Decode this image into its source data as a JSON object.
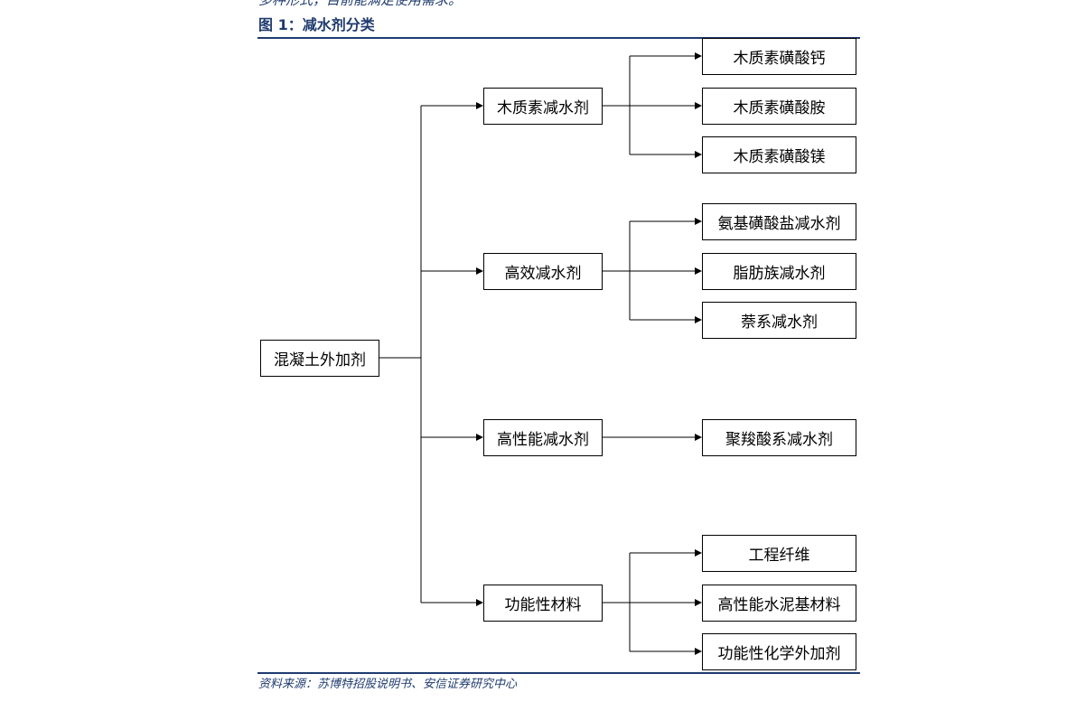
{
  "top_fragment": "多种形式，目前能满足使用需求。",
  "figure_title": "图 1：减水剂分类",
  "source": "资料来源：苏博特招股说明书、安信证券研究中心",
  "diagram": {
    "root": "混凝土外加剂",
    "categories": [
      {
        "label": "木质素减水剂",
        "children": [
          "木质素磺酸钙",
          "木质素磺酸胺",
          "木质素磺酸镁"
        ]
      },
      {
        "label": "高效减水剂",
        "children": [
          "氨基磺酸盐减水剂",
          "脂肪族减水剂",
          "萘系减水剂"
        ]
      },
      {
        "label": "高性能减水剂",
        "children": [
          "聚羧酸系减水剂"
        ]
      },
      {
        "label": "功能性材料",
        "children": [
          "工程纤维",
          "高性能水泥基材料",
          "功能性化学外加剂"
        ]
      }
    ]
  },
  "colors": {
    "title": "#1f3b6e",
    "rule": "#1f3b6e",
    "line": "#000000"
  }
}
